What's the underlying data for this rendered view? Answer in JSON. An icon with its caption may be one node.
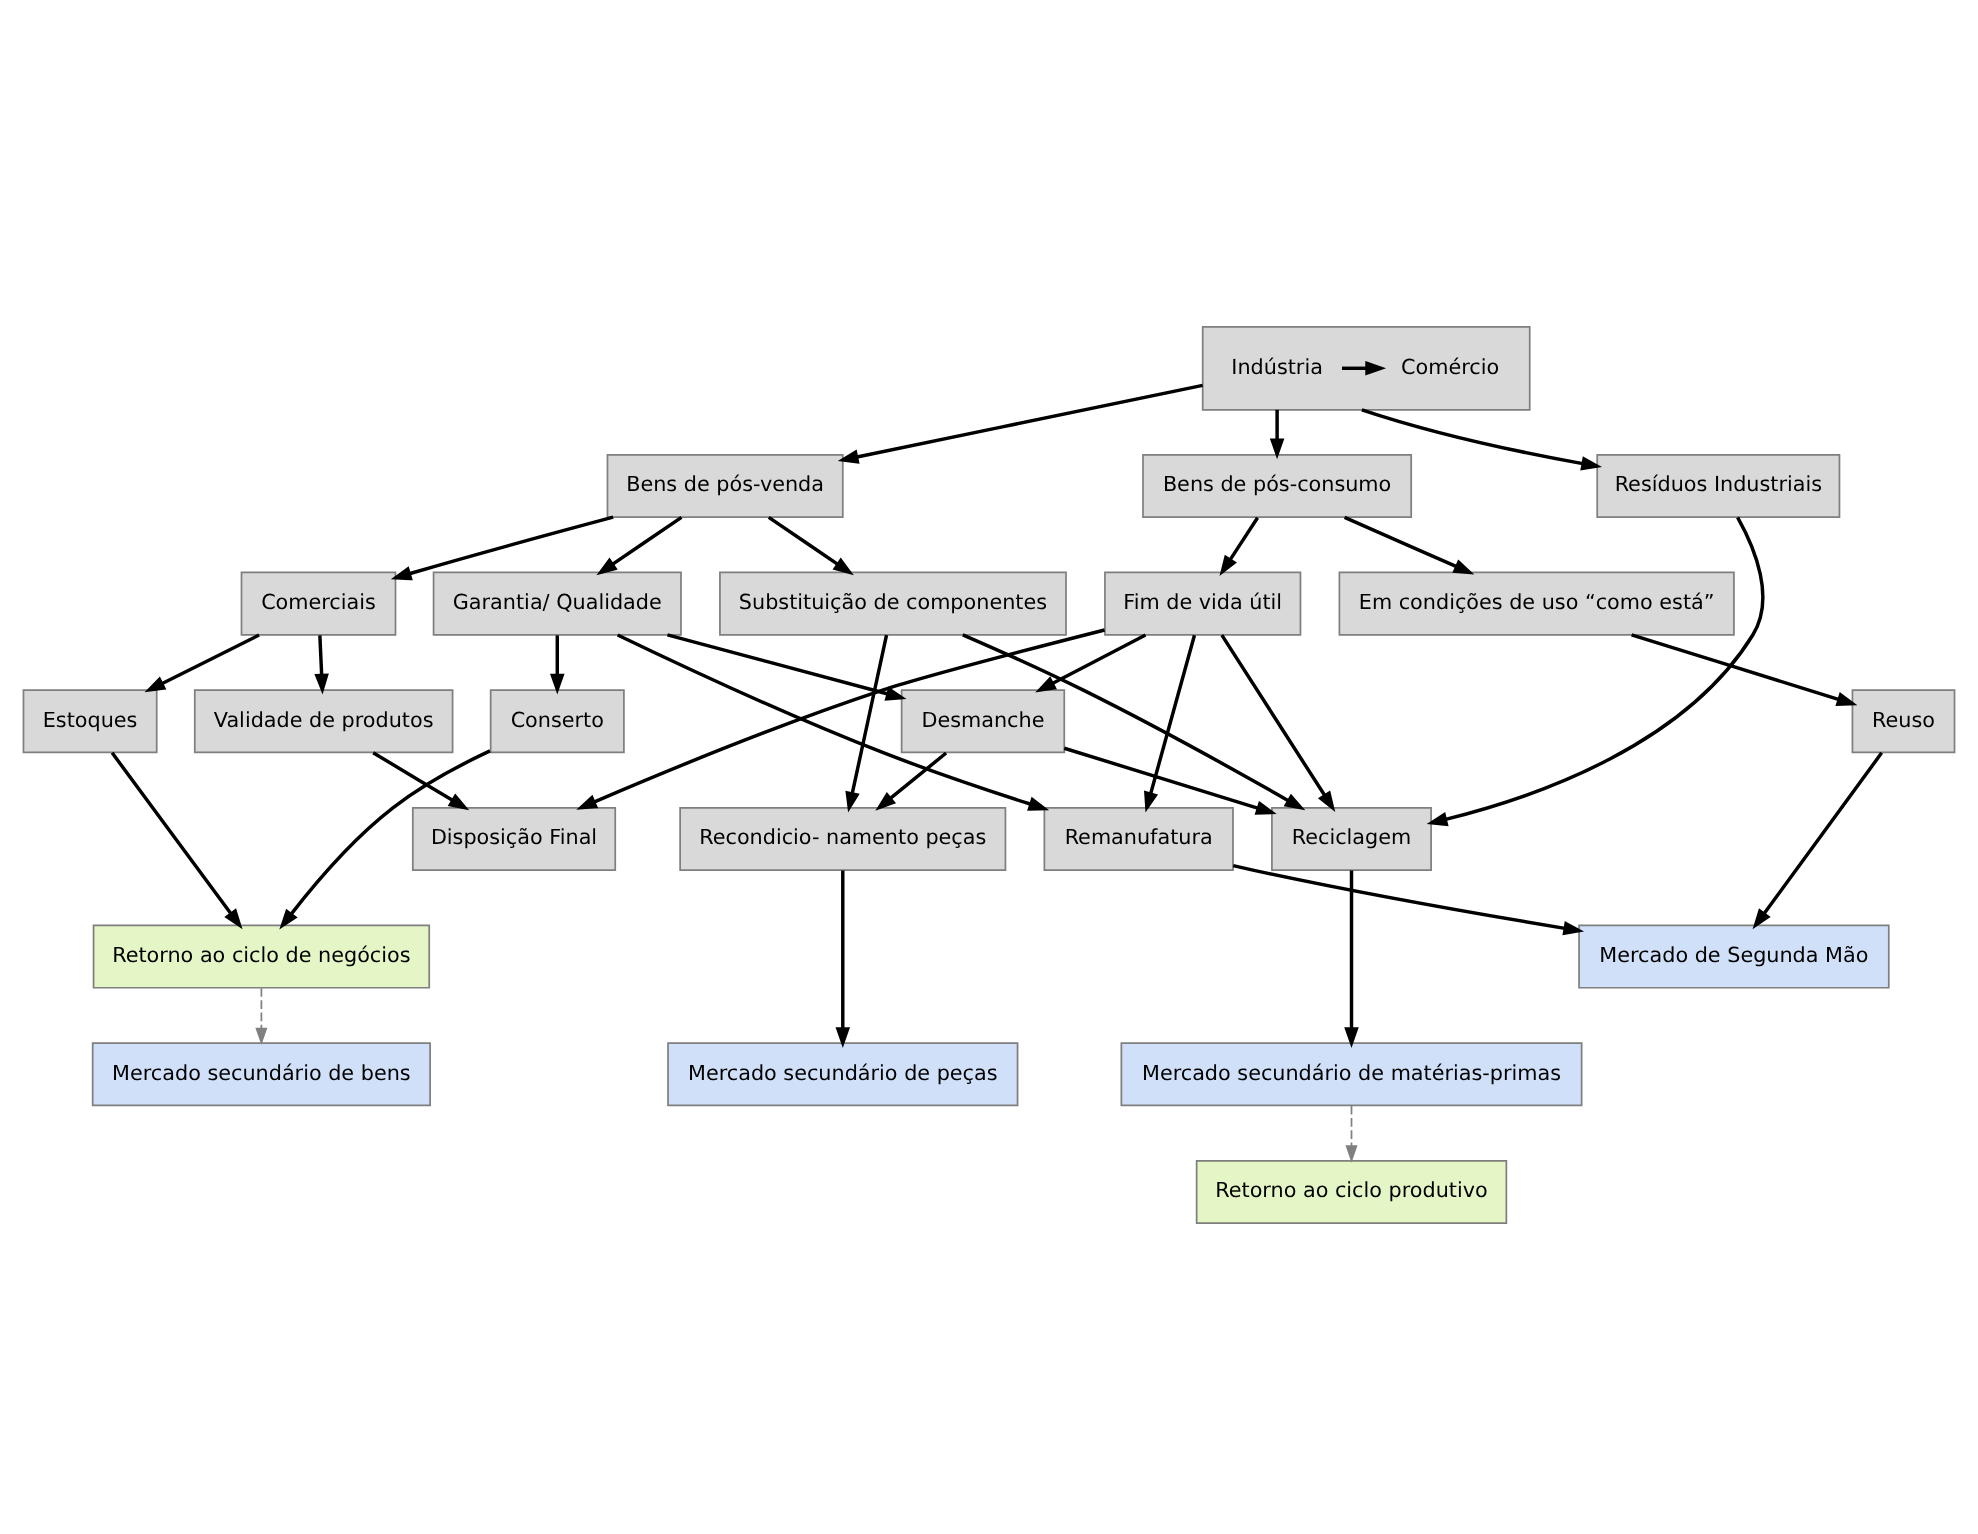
{
  "diagram": {
    "nodes": [
      {
        "text": [],
        "shape": "box"
      },
      {
        "text": [
          "Comércio"
        ],
        "in": 0
      },
      {
        "text": [
          "Indústria"
        ],
        "in": 0
      },
      {
        "text": [
          "Bens de pós-venda"
        ]
      },
      {
        "text": [
          "Resíduos Industriais"
        ]
      },
      {
        "text": [
          "Bens de pós-consumo"
        ]
      },
      {
        "text": [
          "Garantia/ Qualidade"
        ]
      },
      {
        "text": [
          "Comerciais"
        ]
      },
      {
        "text": [
          "Substituição de componentes"
        ]
      },
      {
        "text": [
          "Fim de vida útil"
        ]
      },
      {
        "text": [
          "Em condições de uso “como está”"
        ]
      },
      {
        "text": [
          "Conserto"
        ]
      },
      {
        "text": [
          "Estoques"
        ]
      },
      {
        "text": [
          "Validade de produtos"
        ]
      },
      {
        "text": [
          "Desmanche"
        ]
      },
      {
        "text": [
          "Reuso"
        ]
      },
      {
        "text": [
          "Mercado de Segunda Mão"
        ]
      },
      {
        "text": [
          "Retorno ao ciclo de negócios"
        ]
      },
      {
        "text": [
          "Disposição Final"
        ]
      },
      {
        "text": [
          "Reciclagem"
        ]
      },
      {
        "text": [
          "Recondicio- namento peças"
        ]
      },
      {
        "text": [
          "Remanufatura"
        ]
      },
      {
        "text": [
          "Mercado secundário de bens"
        ]
      },
      {
        "text": [
          "Mercado secundário de matérias-primas"
        ]
      },
      {
        "text": [
          "Mercado secundário de peças"
        ]
      },
      {
        "text": [
          "Retorno ao ciclo produtivo"
        ]
      }
    ],
    "edges": [
      {
        "from": 2,
        "to": 1,
        "arrow": "to"
      },
      {
        "from": 0,
        "to": 3,
        "arrow": "to"
      },
      {
        "from": 0,
        "to": 4,
        "arrow": "to"
      },
      {
        "from": 0,
        "to": 5,
        "arrow": "to"
      },
      {
        "from": 3,
        "to": 6,
        "arrow": "to"
      },
      {
        "from": 3,
        "to": 7,
        "arrow": "to"
      },
      {
        "from": 3,
        "to": 8,
        "arrow": "to"
      },
      {
        "from": 5,
        "to": 9,
        "arrow": "to"
      },
      {
        "from": 5,
        "to": 10,
        "arrow": "to"
      },
      {
        "from": 6,
        "to": 11,
        "arrow": "to"
      },
      {
        "from": 6,
        "to": 14,
        "arrow": "to"
      },
      {
        "from": 6,
        "to": 21,
        "arrow": "to"
      },
      {
        "from": 7,
        "to": 12,
        "arrow": "to"
      },
      {
        "from": 7,
        "to": 13,
        "arrow": "to"
      },
      {
        "from": 8,
        "to": 19,
        "arrow": "to"
      },
      {
        "from": 8,
        "to": 20,
        "arrow": "to"
      },
      {
        "from": 4,
        "to": 19,
        "arrow": "to"
      },
      {
        "from": 9,
        "to": 18,
        "arrow": "to"
      },
      {
        "from": 9,
        "to": 19,
        "arrow": "to"
      },
      {
        "from": 9,
        "to": 14,
        "arrow": "to"
      },
      {
        "from": 9,
        "to": 21,
        "arrow": "to"
      },
      {
        "from": 14,
        "to": 19,
        "arrow": "to"
      },
      {
        "from": 14,
        "to": 20,
        "arrow": "to"
      },
      {
        "from": 13,
        "to": 18,
        "arrow": "to"
      },
      {
        "from": 11,
        "to": 17,
        "arrow": "to"
      },
      {
        "from": 12,
        "to": 17,
        "arrow": "to"
      },
      {
        "from": 10,
        "to": 15,
        "arrow": "to"
      },
      {
        "from": 15,
        "to": 16,
        "arrow": "to"
      },
      {
        "from": 21,
        "to": 16,
        "arrow": "to"
      },
      {
        "from": 17,
        "to": 22,
        "arrow": "to",
        "style": "dashed",
        "color": "#808080"
      },
      {
        "from": 19,
        "to": 23,
        "arrow": "to"
      },
      {
        "from": 20,
        "to": 24,
        "arrow": "to"
      },
      {
        "from": 23,
        "to": 25,
        "arrow": "to",
        "style": "dashed",
        "color": "#808080"
      }
    ]
  }
}
